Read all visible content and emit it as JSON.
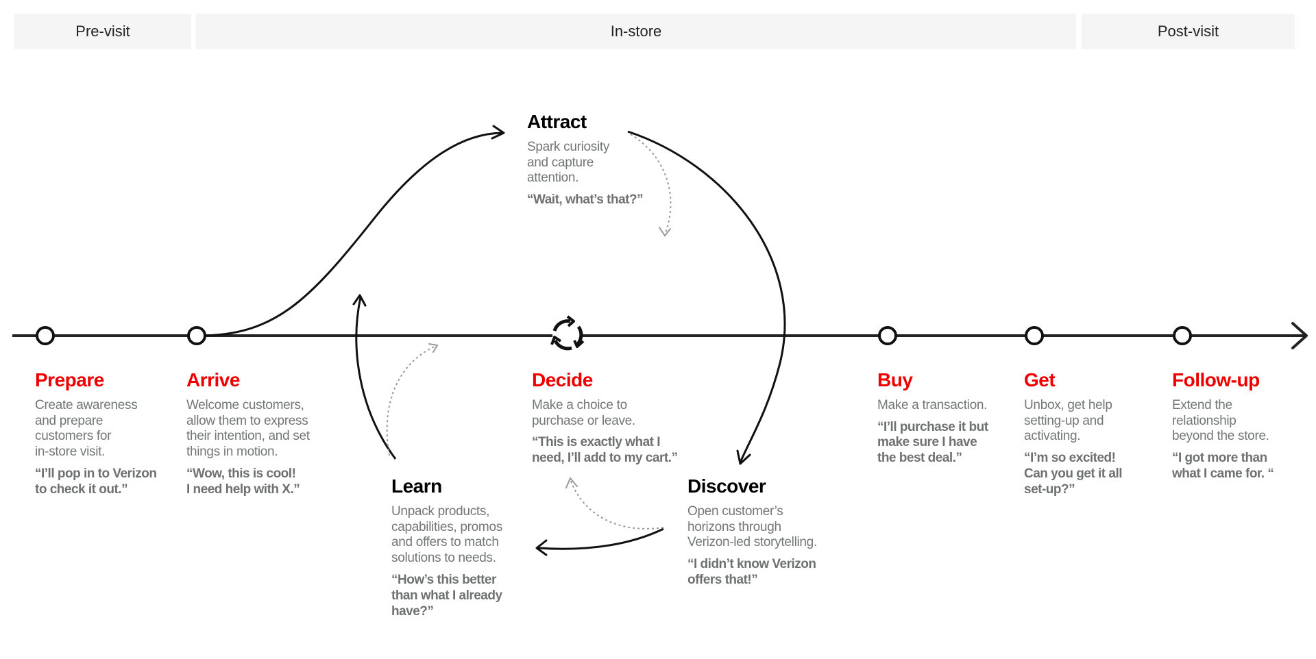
{
  "phases": {
    "pre_visit": "Pre-visit",
    "in_store": "In-store",
    "post_visit": "Post-visit"
  },
  "colors": {
    "accent_red": "#ee0000",
    "line": "#222222",
    "muted_text": "#747676",
    "phase_bg": "#f5f5f5"
  },
  "stages": {
    "prepare": {
      "title": "Prepare",
      "desc": "Create awareness\nand prepare\ncustomers for\nin-store visit.",
      "quote": "“I’ll pop in to Verizon\nto check it out.”"
    },
    "arrive": {
      "title": "Arrive",
      "desc": "Welcome customers,\nallow them to express\ntheir intention, and set\nthings in motion.",
      "quote": "“Wow, this is cool!\nI need help with X.”"
    },
    "attract": {
      "title": "Attract",
      "desc": "Spark curiosity\nand capture\nattention.",
      "quote": "“Wait, what’s that?”"
    },
    "decide": {
      "title": "Decide",
      "desc": "Make a choice to\npurchase or leave.",
      "quote": "“This is exactly what I\nneed, I’ll add to my cart.”"
    },
    "learn": {
      "title": "Learn",
      "desc": "Unpack products,\ncapabilities, promos\nand offers to match\nsolutions to needs.",
      "quote": "“How’s this better\nthan what I already\nhave?”"
    },
    "discover": {
      "title": "Discover",
      "desc": "Open customer’s\nhorizons through\nVerizon-led storytelling.",
      "quote": "“I didn’t know Verizon\noffers that!”"
    },
    "buy": {
      "title": "Buy",
      "desc": "Make a transaction.",
      "quote": "“I’ll purchase it but\nmake sure I have\nthe best deal.”"
    },
    "get": {
      "title": "Get",
      "desc": "Unbox, get help\nsetting-up and\nactivating.",
      "quote": "“I’m so excited!\nCan you get it all\nset-up?”"
    },
    "follow_up": {
      "title": "Follow-up",
      "desc": "Extend the\nrelationship\nbeyond the store.",
      "quote": "“I got more than\nwhat I came for. “"
    }
  },
  "icons": [
    "timeline-arrow-icon",
    "cycle-icon"
  ]
}
